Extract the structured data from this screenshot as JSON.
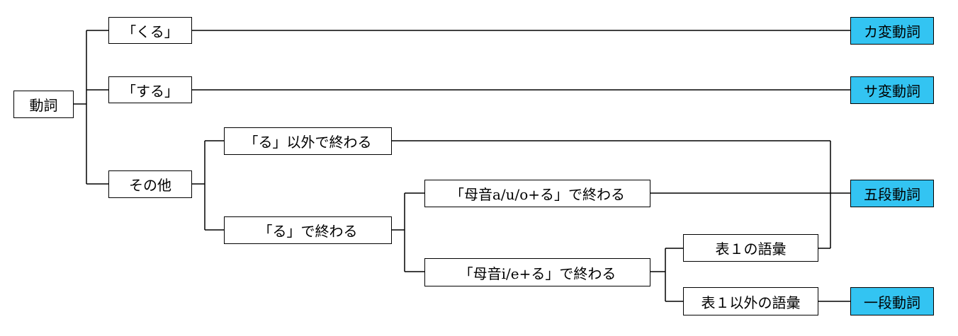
{
  "colors": {
    "result_fill": "#33c4f2",
    "box_fill": "#ffffff",
    "line": "#000000"
  },
  "nodes": {
    "verb": "動詞",
    "kuru": "「くる」",
    "suru": "「する」",
    "other": "その他",
    "not_ru": "「る」以外で終わる",
    "ends_ru": "「る」で終わる",
    "auo_ru": "「母音a/u/o+る」で終わる",
    "ie_ru": "「母音i/e+る」で終わる",
    "table1": "表１の語彙",
    "not_table1": "表１以外の語彙"
  },
  "results": {
    "ka_hen": "カ変動詞",
    "sa_hen": "サ変動詞",
    "godan": "五段動詞",
    "ichidan": "一段動詞"
  }
}
